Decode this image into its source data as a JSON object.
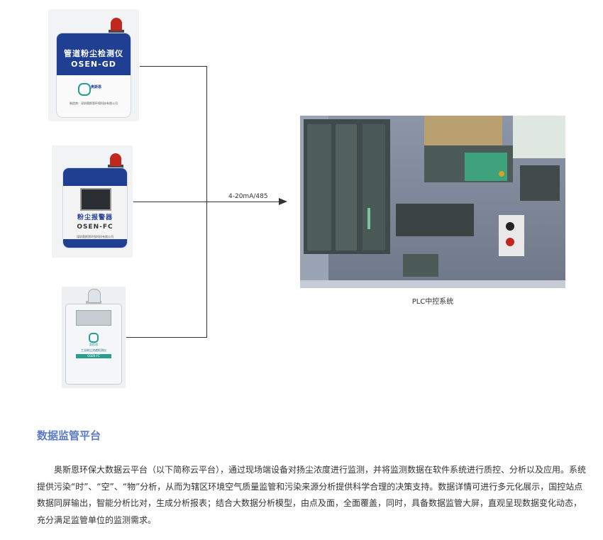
{
  "devices": [
    {
      "title": "管道粉尘检测仪",
      "model": "OSEN-GD",
      "brand": "奥斯恩",
      "maker": "制造商：深圳奥斯恩环保科技有限公司"
    },
    {
      "title": "粉尘报警器",
      "model": "OSEN-FC",
      "maker": "深圳奥斯恩环保科技有限公司"
    },
    {
      "title": "工业粉尘浓度检测仪",
      "model": "OSEN-FC",
      "brand": "奥斯恩"
    }
  ],
  "connection": {
    "label": "4-20mA/485"
  },
  "plc": {
    "caption": "PLC中控系统"
  },
  "section": {
    "title": "数据监管平台",
    "paragraph": "奥斯恩环保大数据云平台（以下简称云平台），通过现场端设备对扬尘浓度进行监测，并将监测数据在软件系统进行质控、分析以及应用。系统提供污染“时”、“空”、“物”分析，从而为辖区环境空气质量监管和污染来源分析提供科学合理的决策支持。数据详情可进行多元化展示，国控站点数据同屏输出，智能分析比对，生成分析报表；结合大数据分析模型，由点及面，全面覆盖，同时，具备数据监管大屏，直观呈现数据变化动态，充分满足监管单位的监测需求。"
  },
  "colors": {
    "accent": "#5b7bc4",
    "device_blue": "#1f3f93",
    "alarm_red": "#c0281e"
  }
}
